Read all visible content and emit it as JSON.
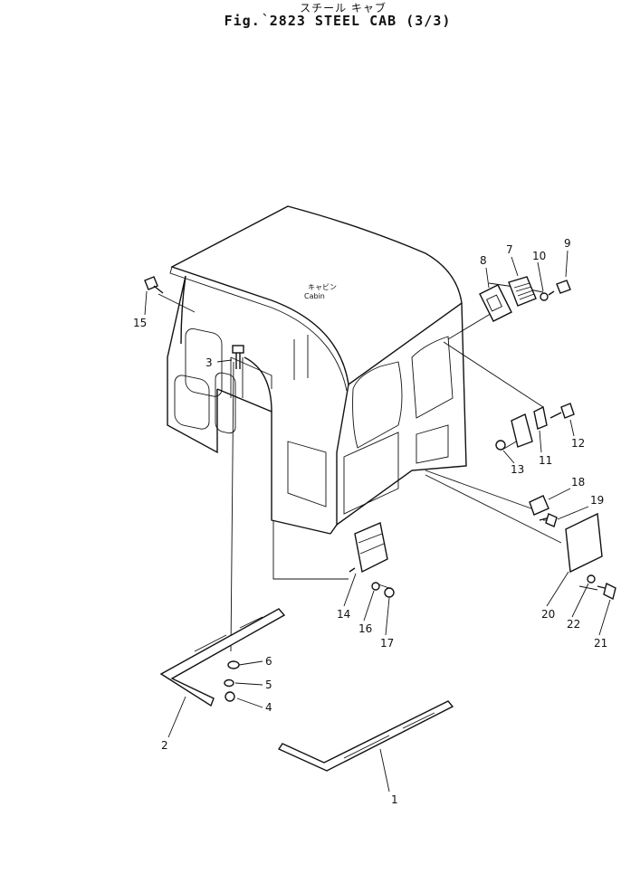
{
  "header": {
    "subtitle_jp": "スチール キャブ",
    "title": "Fig. 2823   STEEL CAB (3/3)",
    "tick": "、"
  },
  "cab_label": {
    "jp": "キャビン",
    "en": "Cabin"
  },
  "parts": [
    {
      "id": "p1",
      "label": "1"
    },
    {
      "id": "p2",
      "label": "2"
    },
    {
      "id": "p3",
      "label": "3"
    },
    {
      "id": "p4",
      "label": "4"
    },
    {
      "id": "p5",
      "label": "5"
    },
    {
      "id": "p6",
      "label": "6"
    },
    {
      "id": "p7",
      "label": "7"
    },
    {
      "id": "p8",
      "label": "8"
    },
    {
      "id": "p9",
      "label": "9"
    },
    {
      "id": "p10",
      "label": "10"
    },
    {
      "id": "p11",
      "label": "11"
    },
    {
      "id": "p12",
      "label": "12"
    },
    {
      "id": "p13",
      "label": "13"
    },
    {
      "id": "p14",
      "label": "14"
    },
    {
      "id": "p15",
      "label": "15"
    },
    {
      "id": "p16",
      "label": "16"
    },
    {
      "id": "p17",
      "label": "17"
    },
    {
      "id": "p18",
      "label": "18"
    },
    {
      "id": "p19",
      "label": "19"
    },
    {
      "id": "p20",
      "label": "20"
    },
    {
      "id": "p21",
      "label": "21"
    },
    {
      "id": "p22",
      "label": "22"
    }
  ]
}
